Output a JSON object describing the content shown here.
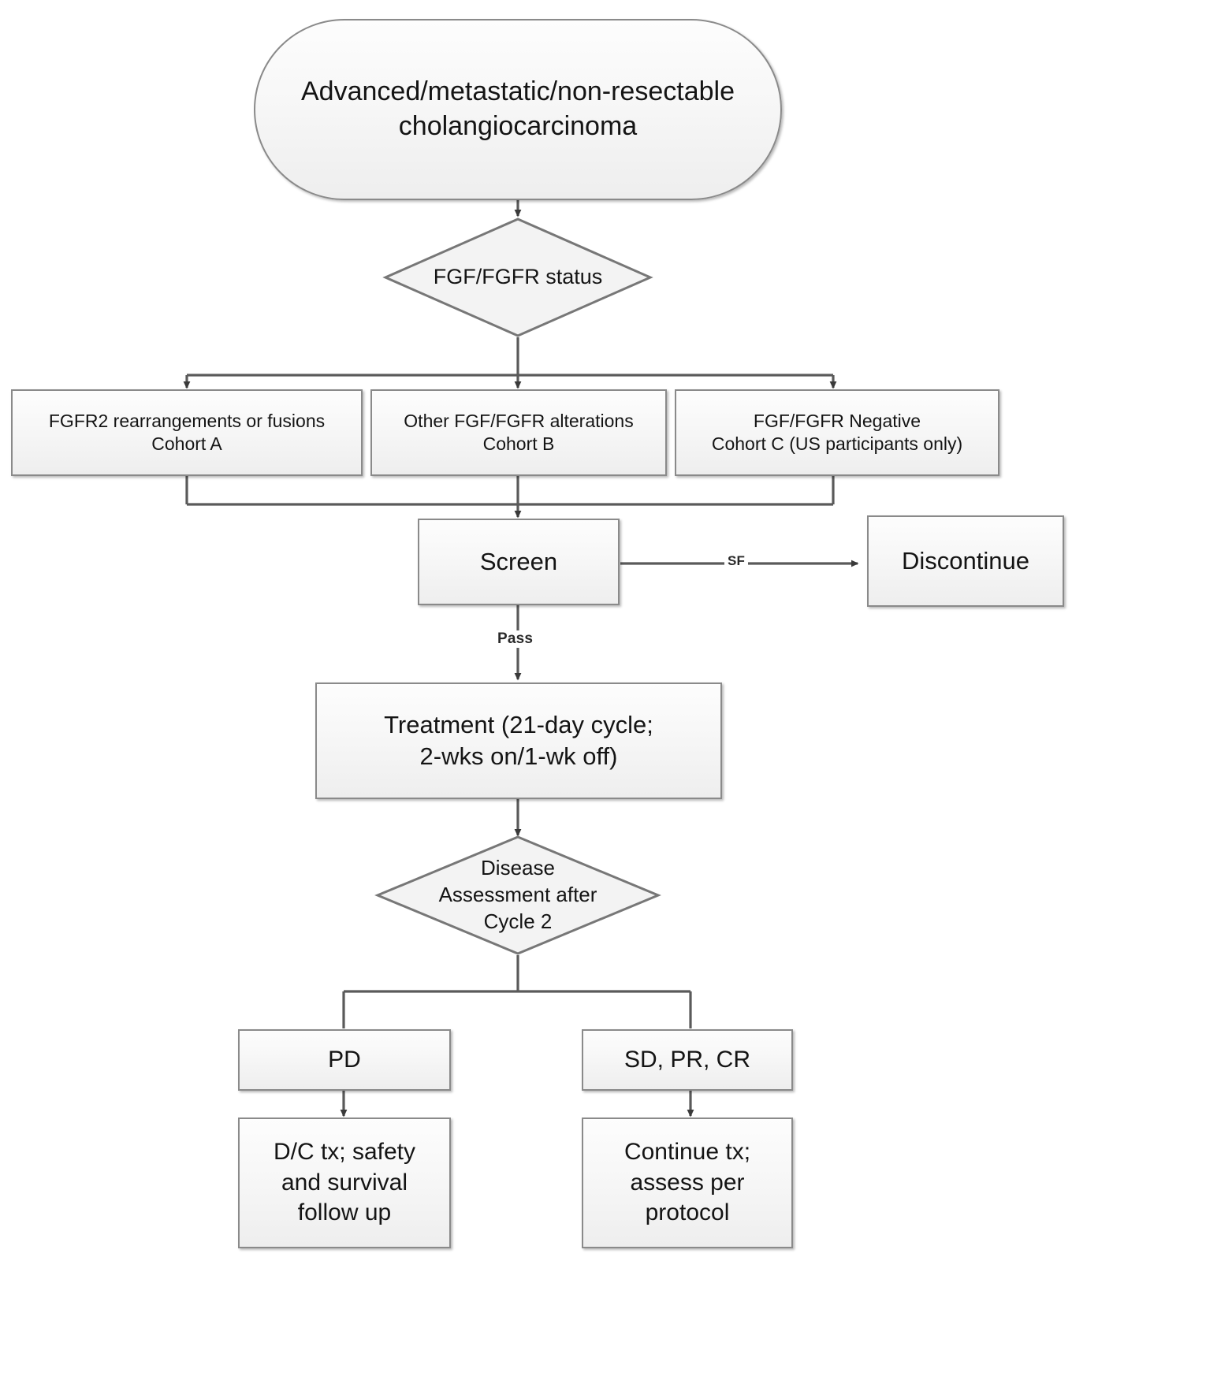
{
  "diagram": {
    "title": "Clinical trial flow diagram",
    "colors": {
      "node_border": "#8a8a8a",
      "node_fill_top": "#fdfdfd",
      "node_fill_bottom": "#eeeeee",
      "connector": "#555555",
      "text": "#141414",
      "background": "#ffffff"
    },
    "nodes": [
      {
        "id": "population",
        "shape": "rounded-rectangle",
        "text": "Advanced/metastatic/non-resectable\ncholangiocarcinoma"
      },
      {
        "id": "fgf-status",
        "shape": "diamond",
        "text": "FGF/FGFR status"
      },
      {
        "id": "cohort-a",
        "shape": "rectangle",
        "text": "FGFR2 rearrangements or fusions\nCohort A"
      },
      {
        "id": "cohort-b",
        "shape": "rectangle",
        "text": "Other FGF/FGFR alterations\nCohort B"
      },
      {
        "id": "cohort-c",
        "shape": "rectangle",
        "text": "FGF/FGFR Negative\nCohort C (US participants only)"
      },
      {
        "id": "screen",
        "shape": "rectangle",
        "text": "Screen"
      },
      {
        "id": "discontinue",
        "shape": "rectangle",
        "text": "Discontinue"
      },
      {
        "id": "treatment",
        "shape": "rectangle",
        "text": "Treatment (21-day cycle;\n2-wks on/1-wk off)"
      },
      {
        "id": "disease-assessment",
        "shape": "diamond",
        "text": "Disease\nAssessment after\nCycle 2"
      },
      {
        "id": "pd",
        "shape": "rectangle",
        "text": "PD"
      },
      {
        "id": "sd-pr-cr",
        "shape": "rectangle",
        "text": "SD, PR, CR"
      },
      {
        "id": "dc-followup",
        "shape": "rectangle",
        "text": "D/C tx; safety\nand survival\nfollow up"
      },
      {
        "id": "continue-tx",
        "shape": "rectangle",
        "text": "Continue tx;\nassess per\nprotocol"
      }
    ],
    "edge_labels": {
      "screen_fail": "SF",
      "screen_pass": "Pass"
    }
  }
}
